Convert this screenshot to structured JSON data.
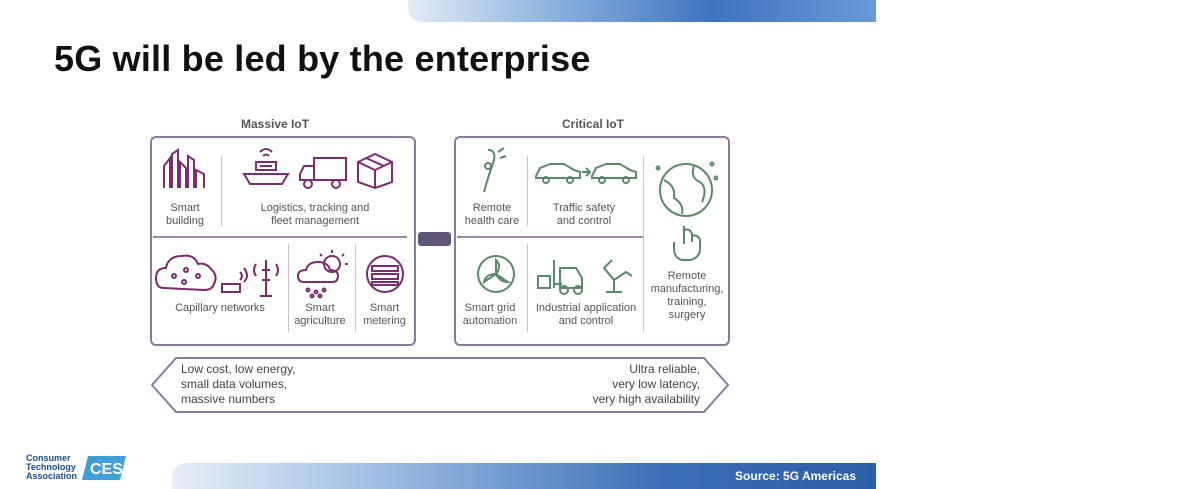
{
  "title": "5G will be led by the enterprise",
  "massive": {
    "label": "Massive IoT",
    "smart_building": "Smart\nbuilding",
    "logistics": "Logistics, tracking and\nfleet management",
    "capillary": "Capillary networks",
    "agriculture": "Smart\nagriculture",
    "metering": "Smart\nmetering"
  },
  "critical": {
    "label": "Critical IoT",
    "health": "Remote\nhealth care",
    "traffic": "Traffic safety\nand control",
    "grid": "Smart grid\nautomation",
    "industrial": "Industrial application\nand control",
    "manufacturing": "Remote\nmanufacturing,\ntraining,\nsurgery"
  },
  "arrow": {
    "left": "Low cost, low energy,\nsmall data volumes,\nmassive numbers",
    "right": "Ultra reliable,\nvery low latency,\nvery high availability"
  },
  "footer": {
    "org": "Consumer\nTechnology\nAssociation",
    "ces": "CES",
    "source": "Source: 5G Americas"
  },
  "colors": {
    "accent": "#7b2d6e",
    "panel": "#8b7a9b",
    "connector": "#5f5679"
  }
}
